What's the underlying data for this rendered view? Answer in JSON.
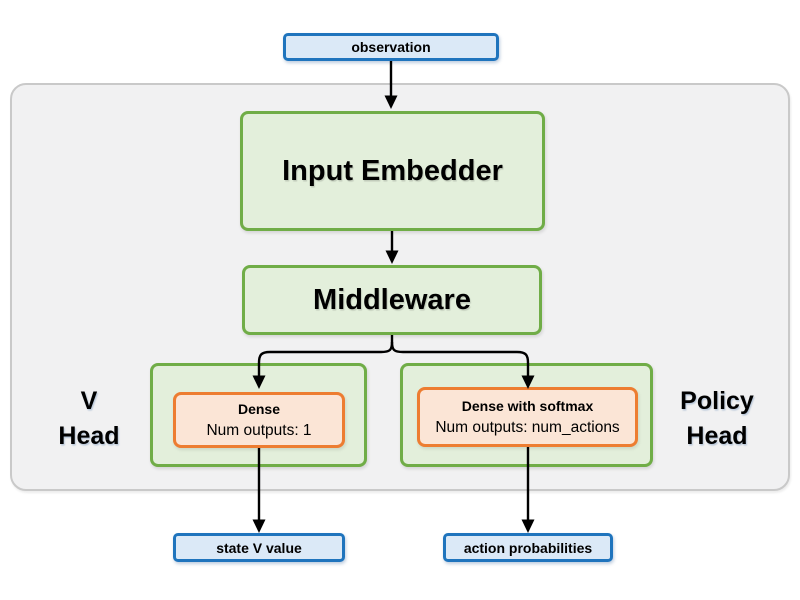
{
  "colors": {
    "canvas_bg": "#ffffff",
    "container_fill": "#f1f1f2",
    "container_border": "#c9c9c9",
    "blue_fill": "#dbe9f7",
    "blue_border": "#1f74bd",
    "green_fill": "#e3efdb",
    "green_border": "#70ad47",
    "orange_fill": "#fbe5d6",
    "orange_border": "#ed7d31",
    "arrow": "#000000"
  },
  "nodes": {
    "observation": "observation",
    "input_embedder": "Input Embedder",
    "middleware": "Middleware",
    "v_dense_title": "Dense",
    "v_dense_subtitle": "Num outputs: 1",
    "policy_dense_title": "Dense with softmax",
    "policy_dense_subtitle": "Num outputs: num_actions",
    "state_v_value": "state V value",
    "action_probabilities": "action probabilities"
  },
  "labels": {
    "v_head_line1": "V",
    "v_head_line2": "Head",
    "policy_head_line1": "Policy",
    "policy_head_line2": "Head"
  }
}
